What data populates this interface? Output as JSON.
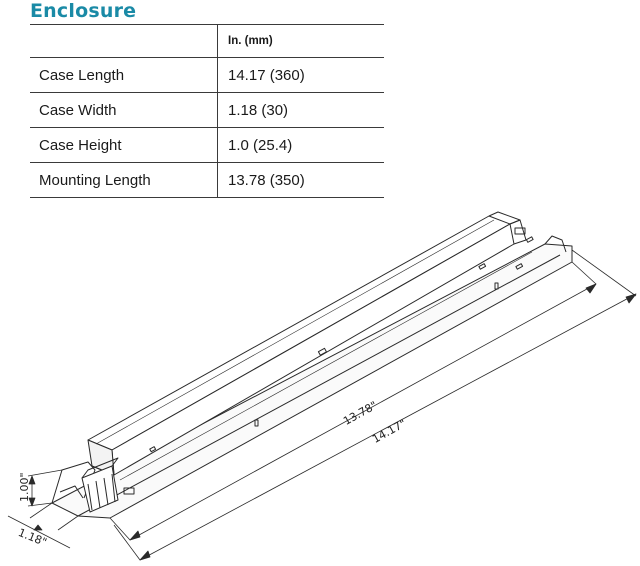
{
  "section_title": "Enclosure",
  "table": {
    "header": [
      "",
      "In. (mm)"
    ],
    "rows": [
      {
        "label": "Case Length",
        "value": "14.17 (360)"
      },
      {
        "label": "Case Width",
        "value": "1.18 (30)"
      },
      {
        "label": "Case Height",
        "value": "1.0 (25.4)"
      },
      {
        "label": "Mounting Length",
        "value": "13.78 (350)"
      }
    ]
  },
  "drawing": {
    "dim_mounting_length": "13.78\"",
    "dim_case_length": "14.17\"",
    "dim_height": "1.00\"",
    "dim_width": "1.18\""
  }
}
